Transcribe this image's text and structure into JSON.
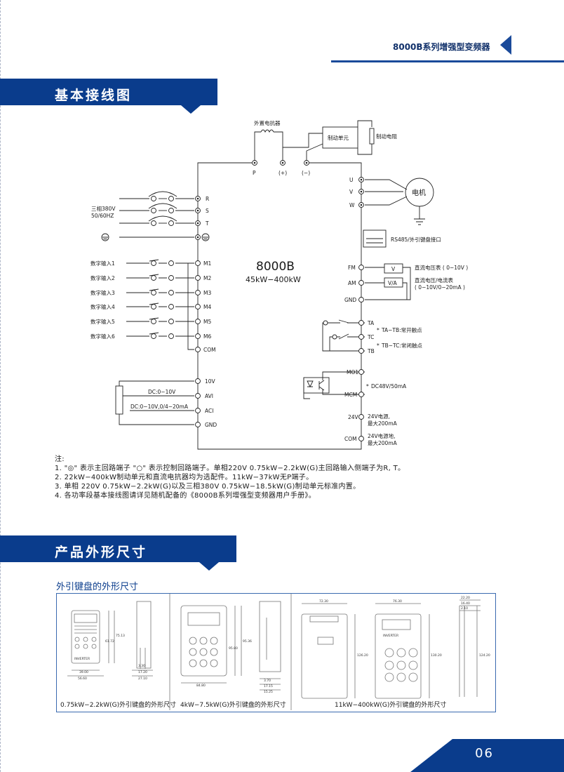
{
  "header": {
    "series_title": "8000B系列增强型变频器"
  },
  "section1": {
    "title": "基本接线图"
  },
  "wiring": {
    "reactor": "外置电抗器",
    "brake_unit": "制动单元",
    "brake_resistor": "制动电阻",
    "dc_terminals": [
      "P",
      "(+)",
      "(−)"
    ],
    "power_label_1": "三相380V",
    "power_label_2": "50/60HZ",
    "power_terminals": [
      "R",
      "S",
      "T"
    ],
    "model": "8000B",
    "power_range": "45kW−400kW",
    "digital_inputs": [
      "数字输入1",
      "数字输入2",
      "数字输入3",
      "数字输入4",
      "数字输入5",
      "数字输入6"
    ],
    "digital_terminals": [
      "M1",
      "M2",
      "M3",
      "M4",
      "M5",
      "M6",
      "COM"
    ],
    "analog_terminals": [
      "10V",
      "AVI",
      "ACI",
      "GND"
    ],
    "avi_range": "DC:0−10V",
    "aci_range": "DC:0−10V,0/4−20mA",
    "output_terminals": [
      "U",
      "V",
      "W"
    ],
    "motor": "电机",
    "rs485": "RS485/外引键盘接口",
    "meter_terminals": [
      "FM",
      "AM",
      "GND"
    ],
    "meter_v": "V",
    "meter_va": "V/A",
    "voltmeter_label": "直流电压表 ( 0−10V )",
    "ammeter_label_1": "直流电压/电流表",
    "ammeter_label_2": "( 0−10V/0−20mA )",
    "relay_terminals": [
      "TA",
      "TC",
      "TB"
    ],
    "relay_no": "TA−TB:常开触点",
    "relay_nc": "TB−TC:常闭触点",
    "mo_terminals": [
      "MO1",
      "MCM"
    ],
    "mo_rating": "DC48V/50mA",
    "supply_terminals": [
      "24V",
      "COM"
    ],
    "supply_24v_1": "24V电源,",
    "supply_24v_2": "最大200mA",
    "supply_com_1": "24V电源地,",
    "supply_com_2": "最大200mA"
  },
  "notes": {
    "title": "注:",
    "lines": [
      "1. \"◎\" 表示主回路端子 \"○\" 表示控制回路端子。单相220V  0.75kW−2.2kW(G)主回路输入侧端子为R, T。",
      "2. 22kW−400kW制动单元和直流电抗器均为选配件。11kW−37kW无P端子。",
      "3. 单相 220V  0.75kW−2.2kW(G)以及三相380V  0.75kW−18.5kW(G)制动单元标准内置。",
      "4. 各功率段基本接线图请详见随机配备的《8000B系列增强型变频器用户手册》。"
    ]
  },
  "section2": {
    "title": "产品外形尺寸",
    "subtitle": "外引键盘的外形尺寸"
  },
  "dimensions": {
    "captions": [
      "0.75kW−2.2kW(G)外引键盘的外形尺寸",
      "4kW−7.5kW(G)外引键盘的外形尺寸",
      "11kW−400kW(G)外引键盘的外形尺寸"
    ],
    "d1": [
      "39.00",
      "56.60",
      "17.20",
      "3.30",
      "27.10",
      "75.13",
      "61.72"
    ],
    "d2": [
      "84.80",
      "95.36",
      "95.80",
      "3.70",
      "17.15",
      "15.25"
    ],
    "d3": [
      "72.30",
      "76.30",
      "126.20",
      "130.20",
      "124.20",
      "22.20",
      "16.40",
      "2.10"
    ],
    "brand": "INVERTER"
  },
  "footer": {
    "page": "06"
  }
}
